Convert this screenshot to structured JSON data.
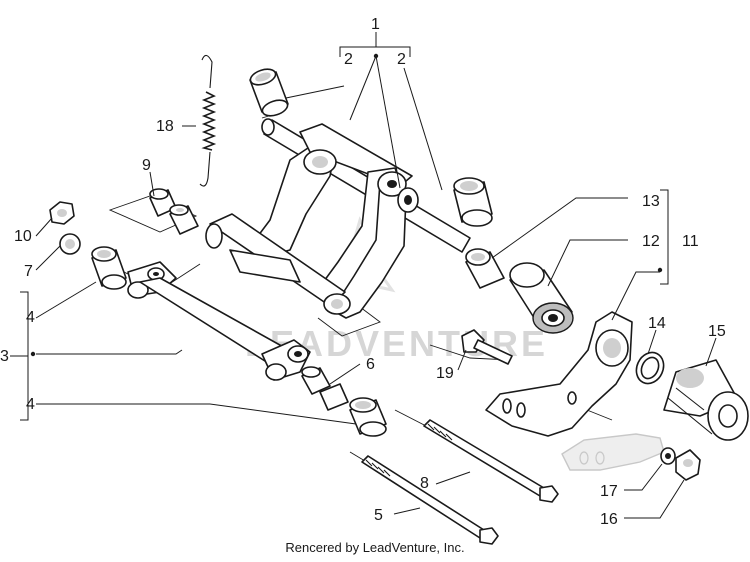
{
  "callouts": {
    "c1": "1",
    "c2a": "2",
    "c2b": "2",
    "c3": "3",
    "c4a": "4",
    "c4b": "4",
    "c5": "5",
    "c6": "6",
    "c7": "7",
    "c8": "8",
    "c9": "9",
    "c10": "10",
    "c11": "11",
    "c12": "12",
    "c13": "13",
    "c14": "14",
    "c15": "15",
    "c16": "16",
    "c17": "17",
    "c18": "18",
    "c19": "19"
  },
  "watermark": "LEADVENTURE",
  "footer": "Rencered by LeadVenture, Inc.",
  "colors": {
    "line": "#1a1a1a",
    "background": "#ffffff",
    "watermark": "#d6d6d6"
  }
}
